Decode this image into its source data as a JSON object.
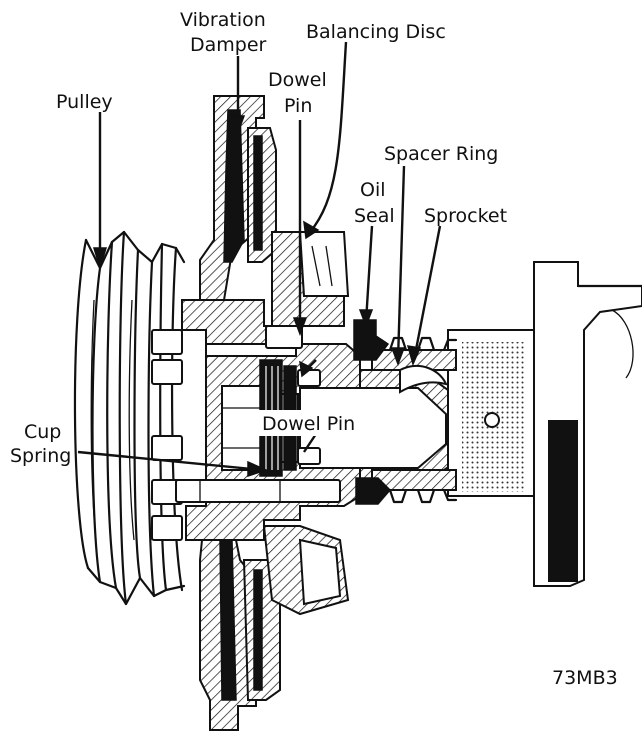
{
  "labels": {
    "vibration_damper_1": "Vibration",
    "vibration_damper_2": "Damper",
    "balancing_disc": "Balancing Disc",
    "pulley": "Pulley",
    "dowel_pin_top_1": "Dowel",
    "dowel_pin_top_2": "Pin",
    "spacer_ring": "Spacer Ring",
    "oil_seal_1": "Oil",
    "oil_seal_2": "Seal",
    "sprocket": "Sprocket",
    "cup_spring_1": "Cup",
    "cup_spring_2": "Spring",
    "dowel_pin_center": "Dowel Pin"
  },
  "figure_code": "73MB3"
}
